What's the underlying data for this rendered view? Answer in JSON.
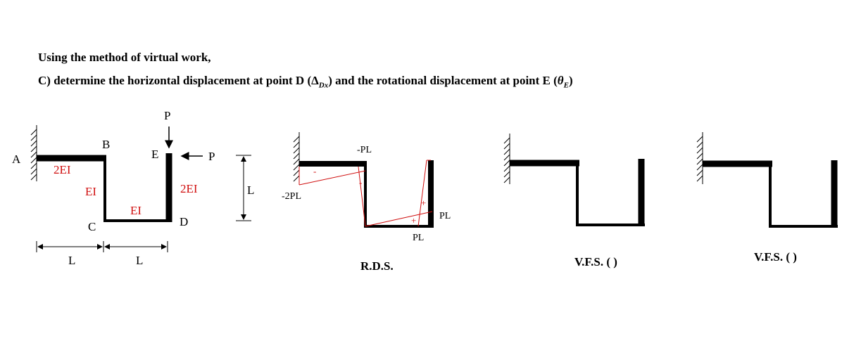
{
  "heading": {
    "line1": "Using the method of virtual work,",
    "line2_prefix": "C)   determine the horizontal displacement at point D (",
    "line2_sym1": "Δ",
    "line2_sub1": "Dx",
    "line2_mid": ") and the rotational displacement at point E (",
    "line2_sym2": "θ",
    "line2_sub2": "E",
    "line2_suffix": ")"
  },
  "structure": {
    "points": {
      "A": "A",
      "B": "B",
      "C": "C",
      "D": "D",
      "E": "E"
    },
    "stiffness": {
      "AB": "2EI",
      "BC": "EI",
      "CD": "EI",
      "DE": "2EI"
    },
    "loads": {
      "vertical": "P",
      "horizontal": "P"
    },
    "dims": {
      "span1": "L",
      "span2": "L",
      "height": "L"
    }
  },
  "rds": {
    "caption": "R.D.S.",
    "labels": {
      "top": "-PL",
      "left": "-2PL",
      "right": "PL",
      "bottom": "PL"
    },
    "signs": {
      "beam": "-",
      "column": "-",
      "plus1": "+",
      "plus2": "+"
    }
  },
  "vfs1": {
    "caption": "V.F.S. (  )"
  },
  "vfs2": {
    "caption": "V.F.S. (  )"
  },
  "colors": {
    "ink": "#000000",
    "accent": "#d01010"
  }
}
